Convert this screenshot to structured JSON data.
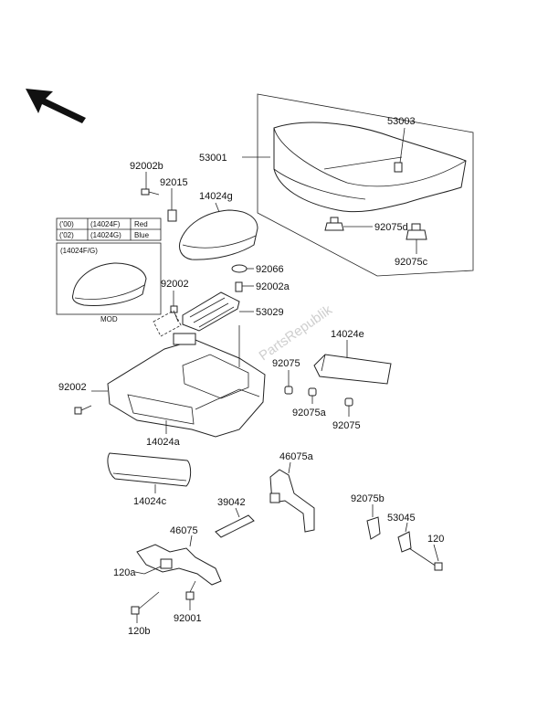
{
  "labels": {
    "p53001": "53001",
    "p53003": "53003",
    "p92075d": "92075d",
    "p92075c": "92075c",
    "p92002b": "92002b",
    "p92015": "92015",
    "p14024g": "14024g",
    "p92066": "92066",
    "p92002a": "92002a",
    "p92002_top": "92002",
    "p53029": "53029",
    "p14024e": "14024e",
    "p92075_1": "92075",
    "p92075a": "92075a",
    "p92075_2": "92075",
    "p92002_left": "92002",
    "p14024a": "14024a",
    "p14024c": "14024c",
    "p46075a": "46075a",
    "p39042": "39042",
    "p92075b": "92075b",
    "p53045": "53045",
    "p120": "120",
    "p46075": "46075",
    "p120a": "120a",
    "p120b": "120b",
    "p92001": "92001"
  },
  "color_table": {
    "rows": [
      {
        "year": "('00)",
        "code": "(14024F)",
        "color": "Red"
      },
      {
        "year": "('02)",
        "code": "(14024G)",
        "color": "Blue"
      }
    ]
  },
  "inset": {
    "label": "(14024F/G)",
    "caption": "MOD"
  },
  "watermark": "PartsRepublik"
}
